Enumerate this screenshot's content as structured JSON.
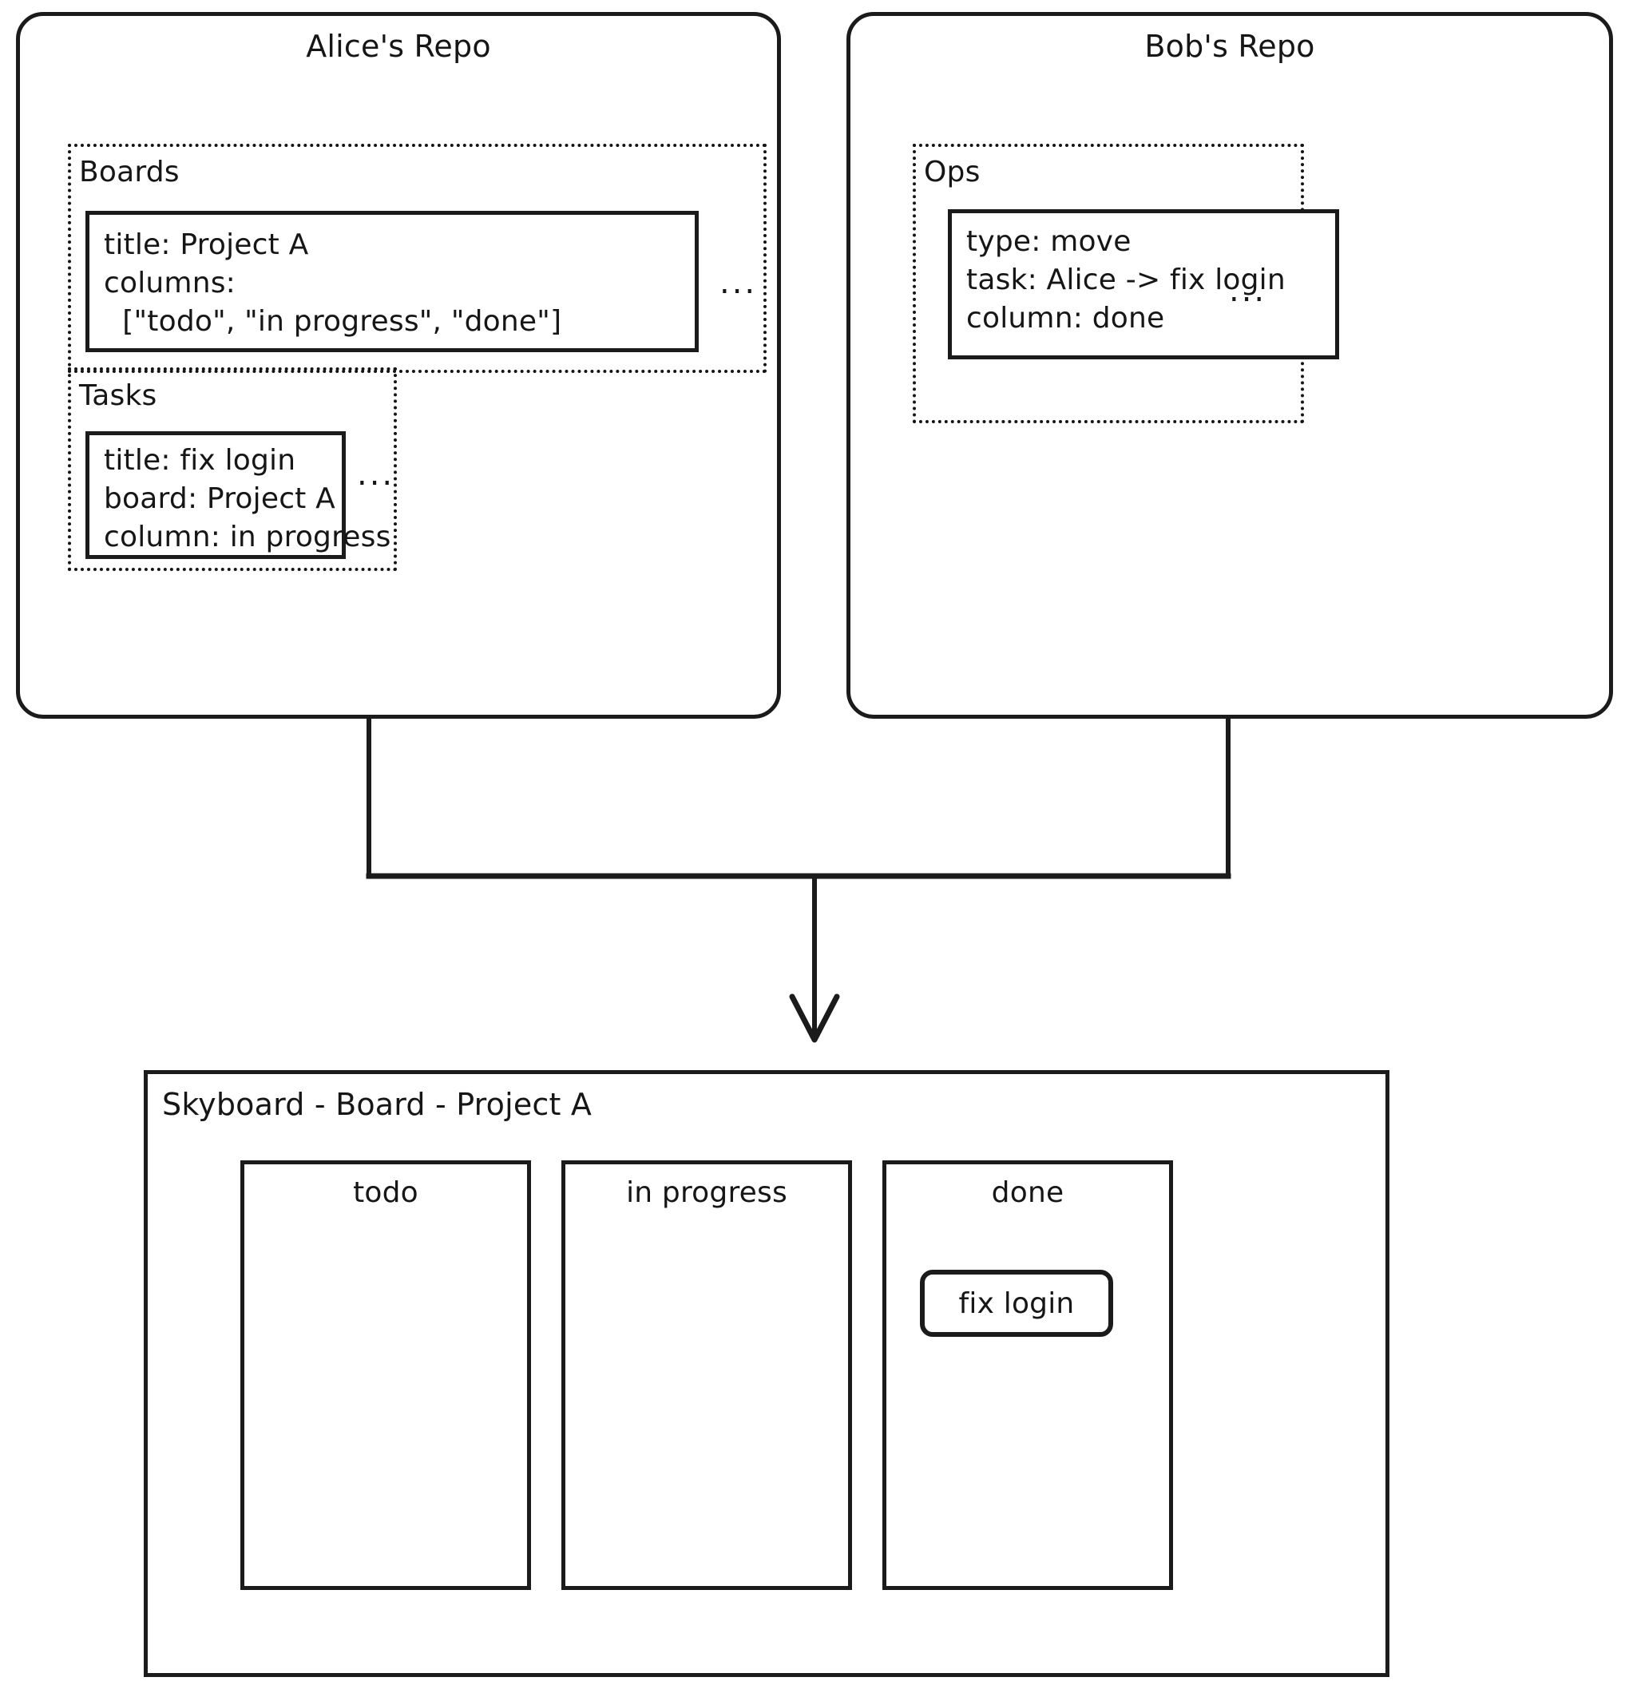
{
  "diagram": {
    "title": "Skyboard sync diagram",
    "stroke_color": "#1b1b1b",
    "background_color": "#ffffff"
  },
  "repos": [
    {
      "id": "alice-repo",
      "title": "Alice's Repo",
      "groups": [
        {
          "id": "boards",
          "label": "Boards",
          "ellipsis": "...",
          "record_lines": [
            "title: Project A",
            "columns:",
            "  [\"todo\", \"in progress\", \"done\"]"
          ]
        },
        {
          "id": "tasks",
          "label": "Tasks",
          "ellipsis": "...",
          "record_lines": [
            "title: fix login",
            "board: Project A",
            "column: in progress"
          ]
        }
      ]
    },
    {
      "id": "bob-repo",
      "title": "Bob's Repo",
      "groups": [
        {
          "id": "ops",
          "label": "Ops",
          "ellipsis": "...",
          "record_lines": [
            "type: move",
            "task: Alice -> fix login",
            "column: done"
          ]
        }
      ]
    }
  ],
  "skyboard": {
    "title": "Skyboard - Board - Project A",
    "columns": [
      {
        "name": "todo",
        "cards": []
      },
      {
        "name": "in progress",
        "cards": []
      },
      {
        "name": "done",
        "cards": [
          {
            "label": "fix login"
          }
        ]
      }
    ]
  }
}
